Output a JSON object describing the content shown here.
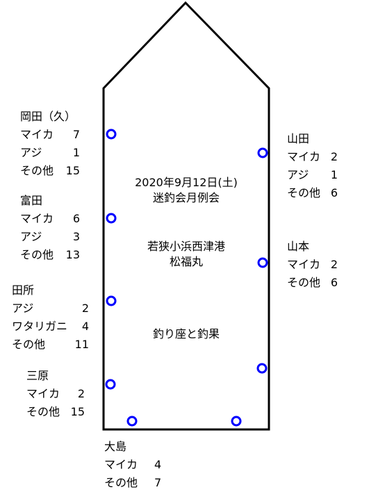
{
  "header": {
    "date": "2020年9月12日(土)",
    "event": "迷釣会月例会",
    "port": "若狭小浜西津港",
    "boat": "松福丸",
    "caption": "釣り座と釣果"
  },
  "colors": {
    "outline": "#000000",
    "seat_marker": "#0000ff"
  },
  "anglers": {
    "okada": {
      "name": "岡田（久）",
      "catches": [
        {
          "fish": "マイカ",
          "count": "7"
        },
        {
          "fish": "アジ",
          "count": "1"
        },
        {
          "fish": "その他",
          "count": "15"
        }
      ]
    },
    "tomita": {
      "name": "富田",
      "catches": [
        {
          "fish": "マイカ",
          "count": "6"
        },
        {
          "fish": "アジ",
          "count": "3"
        },
        {
          "fish": "その他",
          "count": "13"
        }
      ]
    },
    "tadokoro": {
      "name": "田所",
      "catches": [
        {
          "fish": "アジ",
          "count": "2"
        },
        {
          "fish": "ワタリガニ",
          "count": "4"
        },
        {
          "fish": "その他",
          "count": "11"
        }
      ]
    },
    "mihara": {
      "name": "三原",
      "catches": [
        {
          "fish": "マイカ",
          "count": "2"
        },
        {
          "fish": "その他",
          "count": "15"
        }
      ]
    },
    "yamada": {
      "name": "山田",
      "catches": [
        {
          "fish": "マイカ",
          "count": "2"
        },
        {
          "fish": "アジ",
          "count": "1"
        },
        {
          "fish": "その他",
          "count": "6"
        }
      ]
    },
    "yamamoto": {
      "name": "山本",
      "catches": [
        {
          "fish": "マイカ",
          "count": "2"
        },
        {
          "fish": "その他",
          "count": "6"
        }
      ]
    },
    "oshima": {
      "name": "大島",
      "catches": [
        {
          "fish": "マイカ",
          "count": "4"
        },
        {
          "fish": "その他",
          "count": "7"
        }
      ]
    }
  }
}
